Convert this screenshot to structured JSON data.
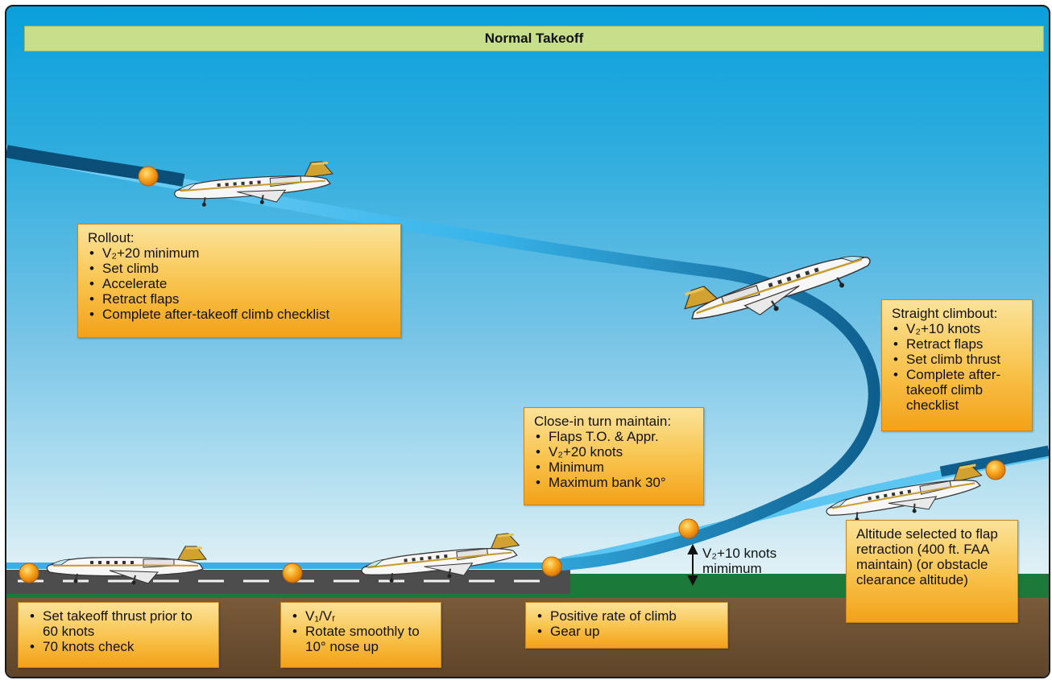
{
  "title": "Normal Takeoff",
  "colors": {
    "sky_top": "#0aa0dc",
    "sky_bottom": "#f3f8f6",
    "title_bar": "#c7de8a",
    "grass": "#1b7a3a",
    "ground": "#6b5033",
    "runway": "#4d4d4d",
    "flight_path": "#1aa9e6",
    "marker": "#f7a21b",
    "note_top": "#fbe39a",
    "note_bottom": "#f3a118"
  },
  "notes": {
    "rollout": {
      "heading": "Rollout:",
      "items": [
        "V₂+20 minimum",
        "Set climb",
        "Accelerate",
        "Retract flaps",
        "Complete after-takeoff climb checklist"
      ]
    },
    "straight_climbout": {
      "heading": "Straight climbout:",
      "items": [
        "V₂+10 knots",
        "Retract flaps",
        "Set climb thrust",
        "Complete after-takeoff climb checklist"
      ]
    },
    "close_in_turn": {
      "heading": "Close-in turn maintain:",
      "items": [
        "Flaps T.O. & Appr.",
        "V₂+20 knots",
        "Minimum",
        "Maximum bank 30°"
      ]
    },
    "altitude_selected": {
      "text": "Altitude selected to flap retraction (400 ft. FAA maintain) (or obstacle clearance altitude)"
    },
    "set_thrust": {
      "items": [
        "Set takeoff thrust prior to 60 knots",
        "70 knots check"
      ]
    },
    "rotate": {
      "items": [
        "V₁/Vᵣ",
        "Rotate smoothly to 10° nose up"
      ]
    },
    "positive_rate": {
      "items": [
        "Positive rate of climb",
        "Gear up"
      ]
    }
  },
  "v2_label": {
    "line1": "V₂+10 knots",
    "line2": "mimimum"
  }
}
